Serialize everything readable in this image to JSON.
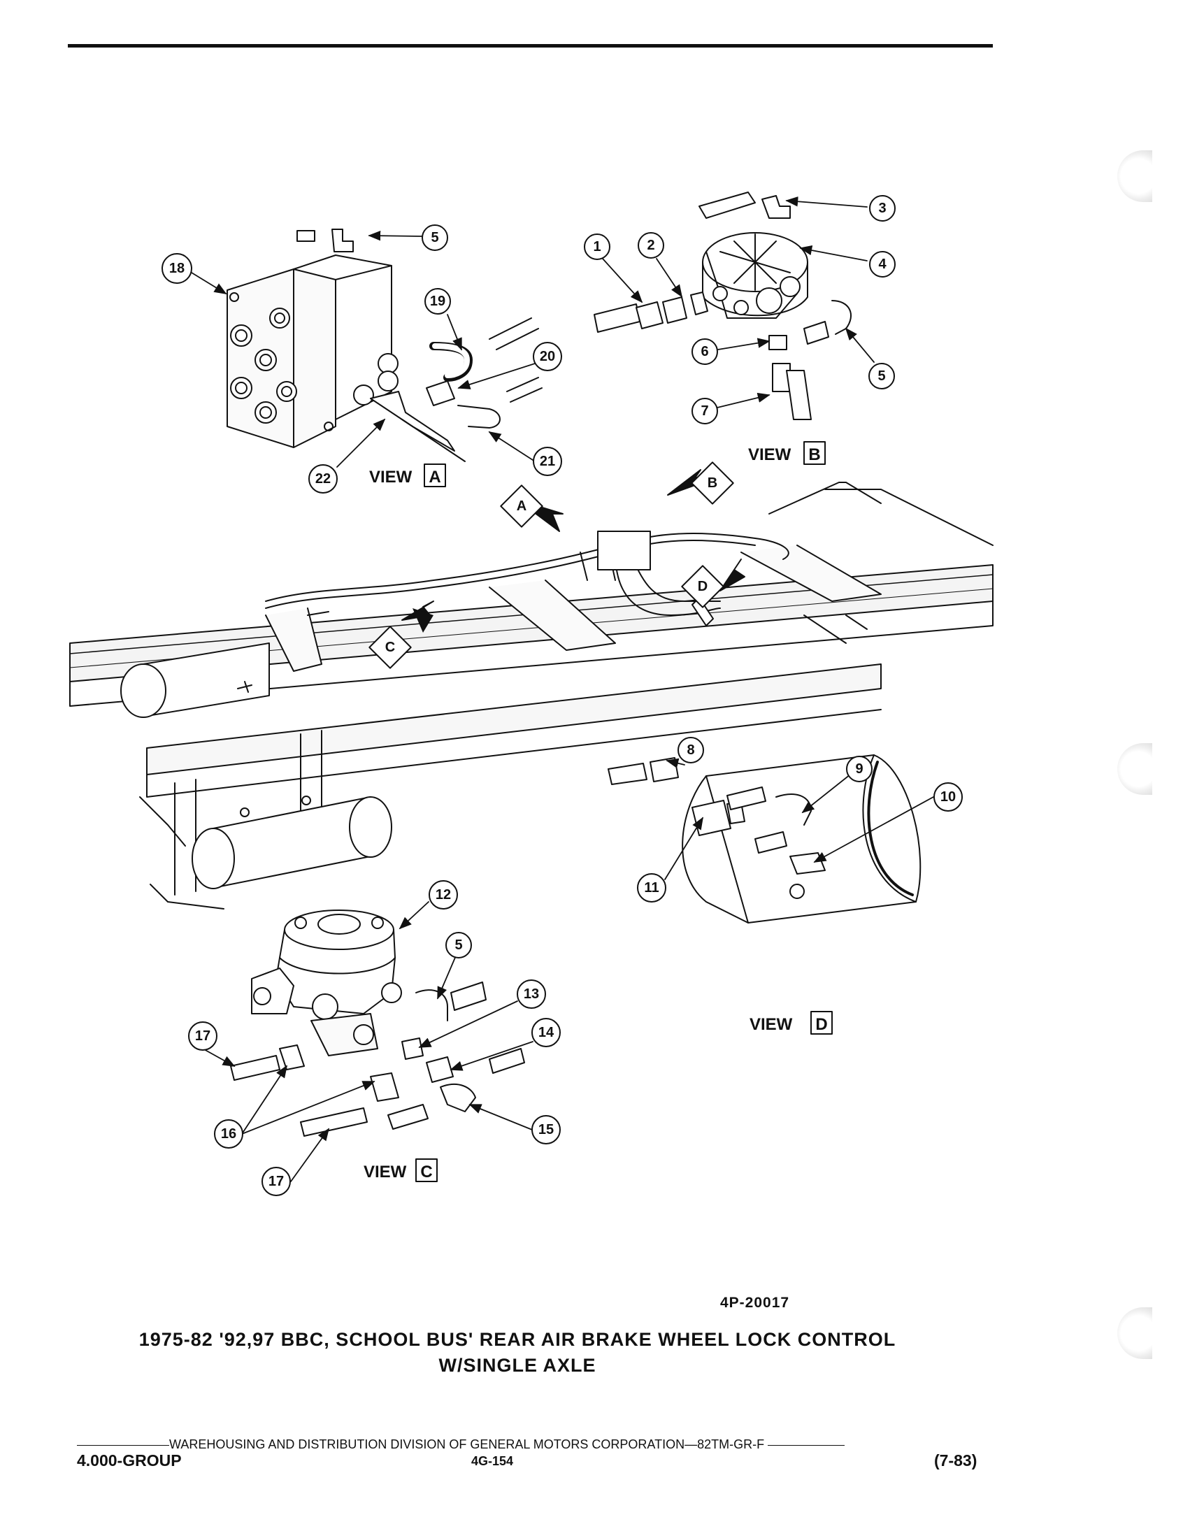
{
  "views": {
    "a": {
      "word": "VIEW",
      "letter": "A"
    },
    "b": {
      "word": "VIEW",
      "letter": "B"
    },
    "c": {
      "word": "VIEW",
      "letter": "C"
    },
    "d": {
      "word": "VIEW",
      "letter": "D"
    }
  },
  "callouts": {
    "n1": "1",
    "n2": "2",
    "n3": "3",
    "n4": "4",
    "n5a": "5",
    "n5b": "5",
    "n5c": "5",
    "n6": "6",
    "n7": "7",
    "n8": "8",
    "n9": "9",
    "n10": "10",
    "n11": "11",
    "n12": "12",
    "n13": "13",
    "n14": "14",
    "n15": "15",
    "n16": "16",
    "n17a": "17",
    "n17b": "17",
    "n18": "18",
    "n19": "19",
    "n20": "20",
    "n21": "21",
    "n22": "22"
  },
  "arrow_tags": {
    "a": "A",
    "b": "B",
    "c": "C",
    "d": "D"
  },
  "figure_id": "4P-20017",
  "caption": {
    "line1": "1975-82 '92,97 BBC, SCHOOL BUS' REAR AIR BRAKE WHEEL LOCK CONTROL",
    "line2": "W/SINGLE AXLE"
  },
  "footer": {
    "division": "WAREHOUSING AND DISTRIBUTION  DIVISION OF GENERAL MOTORS CORPORATION—82TM-GR-F",
    "group": "4.000-GROUP",
    "page": "4G-154",
    "date": "(7-83)"
  }
}
